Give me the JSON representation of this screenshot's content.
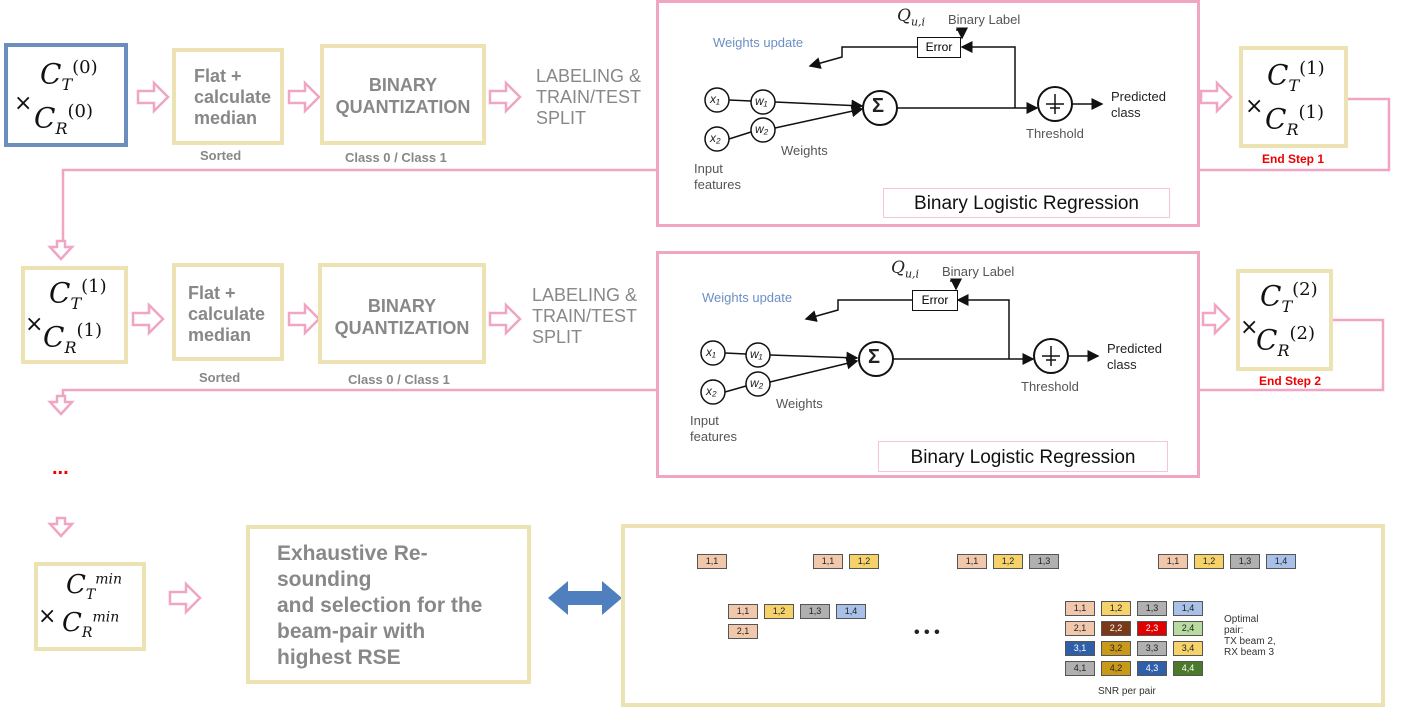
{
  "row1": {
    "c0": {
      "t_sup": "(0)",
      "r_sup": "(0)"
    },
    "flat": [
      "Flat +",
      "calculate",
      "median"
    ],
    "sorted": "Sorted",
    "bq": [
      "BINARY",
      "QUANTIZATION"
    ],
    "class": "Class 0 / Class 1",
    "labeling": [
      "LABELING &",
      "TRAIN/TEST",
      "SPLIT"
    ],
    "c_out": {
      "t_sup": "(1)",
      "r_sup": "(1)"
    },
    "end": "End Step 1"
  },
  "row2": {
    "c_in": {
      "t_sup": "(1)",
      "r_sup": "(1)"
    },
    "flat": [
      "Flat +",
      "calculate",
      "median"
    ],
    "sorted": "Sorted",
    "bq": [
      "BINARY",
      "QUANTIZATION"
    ],
    "class": "Class 0 / Class 1",
    "labeling": [
      "LABELING &",
      "TRAIN/TEST",
      "SPLIT"
    ],
    "c_out": {
      "t_sup": "(2)",
      "r_sup": "(2)"
    },
    "end": "End Step 2"
  },
  "lr": {
    "binary_label": "Binary Label",
    "q_label": "Q",
    "q_sub": "u,i",
    "error": "Error",
    "weights_update": "Weights update",
    "x1": "x₁",
    "x2": "x₂",
    "w1": "w₁",
    "w2": "w₂",
    "sigma": "Σ",
    "predicted": [
      "Predicted",
      "class"
    ],
    "threshold": "Threshold",
    "weights": "Weights",
    "input": [
      "Input",
      "features"
    ],
    "title": "Binary Logistic Regression"
  },
  "dots": "...",
  "cmin": {
    "t_sup": "min",
    "r_sup": "min"
  },
  "exhaustive": [
    "Exhaustive Re-",
    "sounding",
    "and selection for the",
    "beam-pair with",
    "highest RSE"
  ],
  "beam": {
    "seq1": [
      "1,1"
    ],
    "seq2": [
      "1,1",
      "1,2"
    ],
    "seq3": [
      "1,1",
      "1,2",
      "1,3"
    ],
    "seq4": [
      "1,1",
      "1,2",
      "1,3",
      "1,4"
    ],
    "row_a": [
      "1,1",
      "1,2",
      "1,3",
      "1,4"
    ],
    "row_b": [
      "2,1"
    ],
    "ellipsis": "• • •",
    "grid": [
      [
        "1,1",
        "1,2",
        "1,3",
        "1,4"
      ],
      [
        "2,1",
        "2,2",
        "2,3",
        "2,4"
      ],
      [
        "3,1",
        "3,2",
        "3,3",
        "3,4"
      ],
      [
        "4,1",
        "4,2",
        "4,3",
        "4,4"
      ]
    ],
    "grid_colors": [
      [
        "#f2c8ad",
        "#f5d36a",
        "#b0b0b0",
        "#a9c0e8"
      ],
      [
        "#f2c8ad",
        "#7a3a1a",
        "#e00000",
        "#b8dca0"
      ],
      [
        "#2f5fa8",
        "#c99a1a",
        "#b0b0b0",
        "#f5d36a"
      ],
      [
        "#b0b0b0",
        "#c99a1a",
        "#2f5fa8",
        "#4b7a2a"
      ]
    ],
    "optimal": [
      "Optimal",
      "pair:",
      "TX beam 2,",
      "RX beam 3"
    ],
    "snr": "SNR per pair"
  },
  "colors": {
    "pink": "#f0a5c3",
    "beige": "#ede2b2",
    "blue_border": "#6c8ebf",
    "red": "#e00000",
    "arrow_blue": "#4f7fbf"
  }
}
